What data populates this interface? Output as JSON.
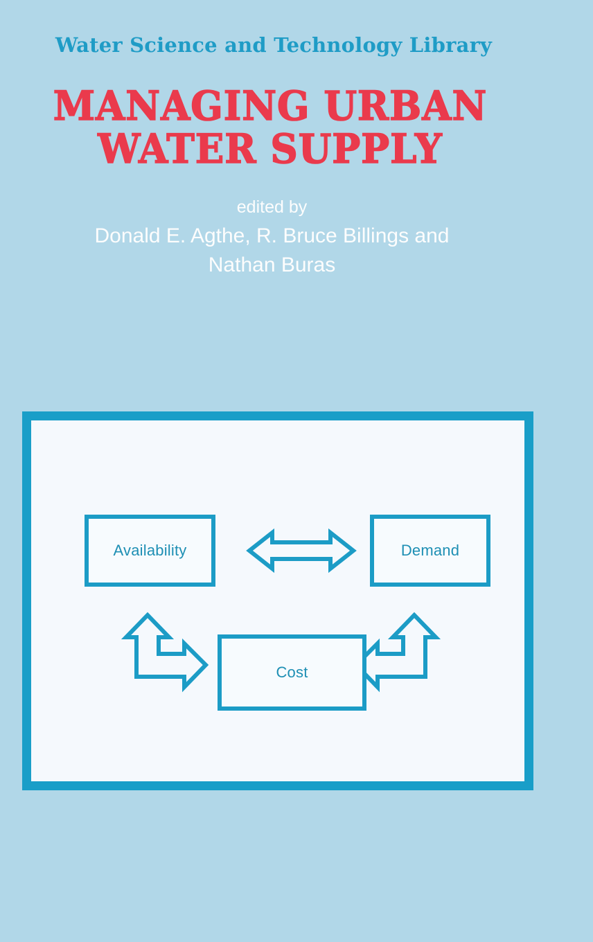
{
  "cover": {
    "series_title": "Water Science and Technology Library",
    "title_lines": [
      "MANAGING URBAN",
      "WATER SUPPLY"
    ],
    "edited_by_label": "edited by",
    "editor_lines": [
      "Donald E. Agthe, R. Bruce Billings and",
      "Nathan Buras"
    ],
    "colors": {
      "background": "#b1d7e8",
      "series_title": "#1f9cc6",
      "title_red": "#ea3a4c",
      "editor_white": "#fdfdfd",
      "frame_border": "#199ec8",
      "panel_fill": "#f5f9fd",
      "diagram_stroke": "#1c9cc6",
      "diagram_label": "#1e8fb4"
    }
  },
  "diagram": {
    "name": "water-supply-relationship-diagram",
    "nodes": [
      {
        "id": "availability",
        "label": "Availability"
      },
      {
        "id": "demand",
        "label": "Demand"
      },
      {
        "id": "cost",
        "label": "Cost"
      }
    ],
    "connectors": [
      {
        "id": "availability-demand",
        "icon": "double-headed-horizontal-arrow",
        "from": "availability",
        "to": "demand"
      },
      {
        "id": "availability-cost",
        "icon": "bent-double-headed-arrow-up-right",
        "from": "cost",
        "to": "availability"
      },
      {
        "id": "demand-cost",
        "icon": "bent-double-headed-arrow-up-left",
        "from": "cost",
        "to": "demand"
      }
    ]
  }
}
